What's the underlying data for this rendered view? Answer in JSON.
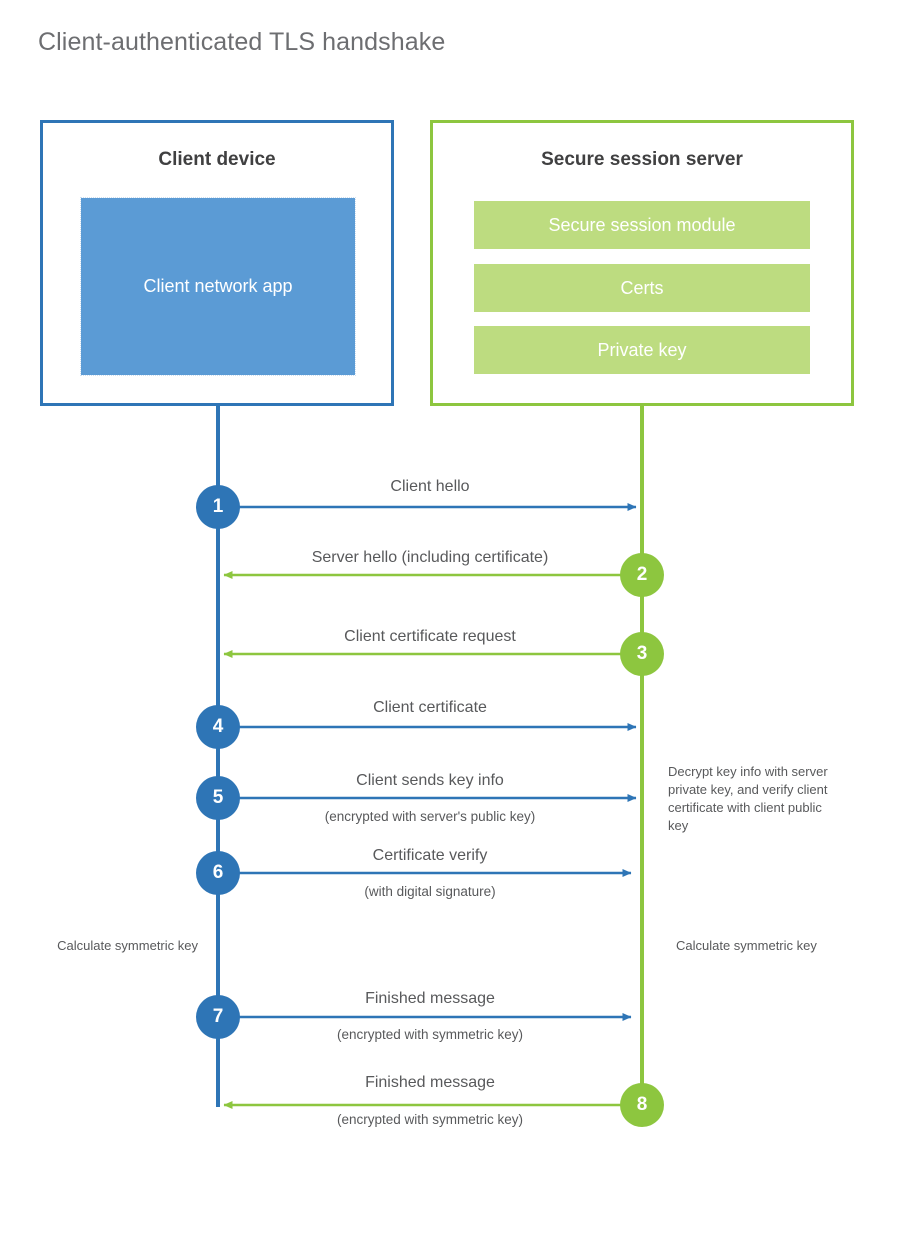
{
  "title": "Client-authenticated TLS handshake",
  "colors": {
    "client_blue": "#2e75b6",
    "client_block_blue": "#5b9bd5",
    "server_green": "#8dc63f",
    "server_block_green": "#bddc80",
    "text_gray": "#58595b",
    "title_gray": "#6d6e71",
    "heading_gray": "#404041"
  },
  "actors": {
    "client": {
      "title": "Client device",
      "blocks": [
        "Client network app"
      ]
    },
    "server": {
      "title": "Secure session server",
      "blocks": [
        "Secure session module",
        "Certs",
        "Private key"
      ]
    }
  },
  "messages": [
    {
      "step": "1",
      "label": "Client hello",
      "sublabel": "",
      "direction": "client-to-server",
      "origin": "client"
    },
    {
      "step": "2",
      "label": "Server hello (including certificate)",
      "sublabel": "",
      "direction": "server-to-client",
      "origin": "server"
    },
    {
      "step": "3",
      "label": "Client certificate request",
      "sublabel": "",
      "direction": "server-to-client",
      "origin": "server"
    },
    {
      "step": "4",
      "label": "Client certificate",
      "sublabel": "",
      "direction": "client-to-server",
      "origin": "client"
    },
    {
      "step": "5",
      "label": "Client sends key info",
      "sublabel": "(encrypted with server's public key)",
      "direction": "client-to-server",
      "origin": "client"
    },
    {
      "step": "6",
      "label": "Certificate verify",
      "sublabel": "(with digital signature)",
      "direction": "client-to-server",
      "origin": "client"
    },
    {
      "step": "7",
      "label": "Finished message",
      "sublabel": "(encrypted with symmetric key)",
      "direction": "client-to-server",
      "origin": "client"
    },
    {
      "step": "8",
      "label": "Finished message",
      "sublabel": "(encrypted with symmetric key)",
      "direction": "server-to-client",
      "origin": "server"
    }
  ],
  "notes": {
    "server_decrypt": "Decrypt key info with server private key, and verify client certificate with client public key",
    "client_calculate": "Calculate symmetric key",
    "server_calculate": "Calculate symmetric key"
  }
}
